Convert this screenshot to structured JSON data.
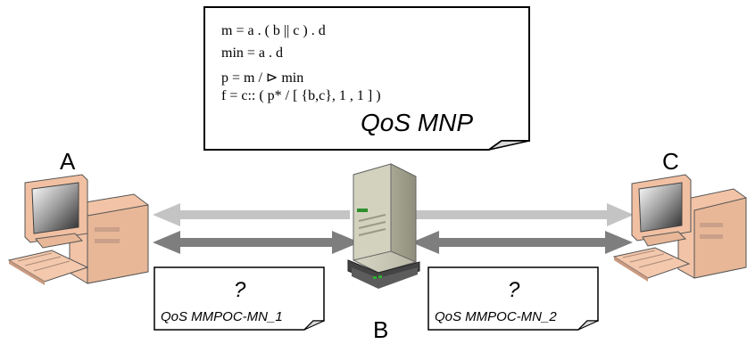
{
  "nodes": {
    "a_label": "A",
    "b_label": "B",
    "c_label": "C"
  },
  "main_note": {
    "lines": [
      "m = a . ( b || c ) . d",
      "min = a . d",
      "p = m / ⊳ min",
      "f = c:: ( p* / [ {b,c}, 1 , 1 ] )"
    ],
    "title": "QoS MNP"
  },
  "note_left": {
    "mark": "?",
    "title": "QoS MMPOC-MN_1"
  },
  "note_right": {
    "mark": "?",
    "title": "QoS MMPOC-MN_2"
  },
  "colors": {
    "light_arrow": "#c4c4c4",
    "dark_arrow": "#7e7e7e",
    "note_stroke": "#000000",
    "note_fill": "#ffffff"
  }
}
